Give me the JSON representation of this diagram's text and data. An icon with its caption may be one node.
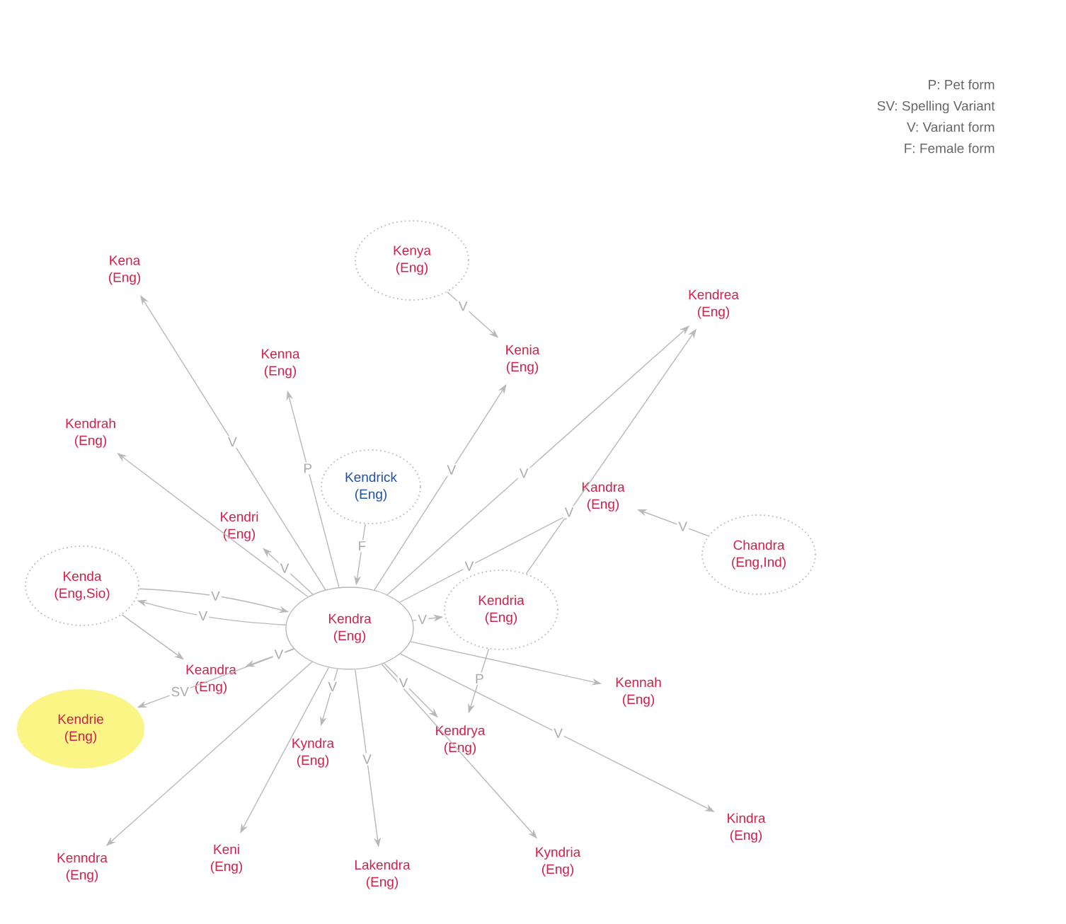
{
  "diagram": {
    "nodes": [
      {
        "text": [
          "Kena",
          "(Eng)"
        ]
      },
      {
        "text": [
          "Kenya",
          "(Eng)"
        ]
      },
      {
        "text": [
          "Kendrea",
          "(Eng)"
        ]
      },
      {
        "text": [
          "Kenna",
          "(Eng)"
        ]
      },
      {
        "text": [
          "Kenia",
          "(Eng)"
        ]
      },
      {
        "text": [
          "Kendrah",
          "(Eng)"
        ]
      },
      {
        "text": [
          "Kendrick",
          "(Eng)"
        ]
      },
      {
        "text": [
          "Kandra",
          "(Eng)"
        ]
      },
      {
        "text": [
          "Kendri",
          "(Eng)"
        ]
      },
      {
        "text": [
          "Chandra",
          "(Eng,Ind)"
        ]
      },
      {
        "text": [
          "Kenda",
          "(Eng,Sio)"
        ]
      },
      {
        "text": [
          "Kendra",
          "(Eng)"
        ]
      },
      {
        "text": [
          "Kendria",
          "(Eng)"
        ]
      },
      {
        "text": [
          "Keandra",
          "(Eng)"
        ]
      },
      {
        "text": [
          "Kennah",
          "(Eng)"
        ]
      },
      {
        "text": [
          "Kendrie",
          "(Eng)"
        ]
      },
      {
        "text": [
          "Kendrya",
          "(Eng)"
        ]
      },
      {
        "text": [
          "Kyndra",
          "(Eng)"
        ]
      },
      {
        "text": [
          "Kindra",
          "(Eng)"
        ]
      },
      {
        "text": [
          "Kenndra",
          "(Eng)"
        ]
      },
      {
        "text": [
          "Keni",
          "(Eng)"
        ]
      },
      {
        "text": [
          "Lakendra",
          "(Eng)"
        ]
      },
      {
        "text": [
          "Kyndria",
          "(Eng)"
        ]
      }
    ],
    "edges": [
      {
        "from": 11,
        "to": 0,
        "arrow": "to",
        "label": "V"
      },
      {
        "from": 1,
        "to": 4,
        "arrow": "to",
        "label": "V"
      },
      {
        "from": 11,
        "to": 2,
        "arrow": "to",
        "label": "V"
      },
      {
        "from": 11,
        "to": 3,
        "arrow": "to",
        "label": "P"
      },
      {
        "from": 11,
        "to": 4,
        "arrow": "to",
        "label": "V"
      },
      {
        "from": 11,
        "to": 5,
        "arrow": "to"
      },
      {
        "from": 6,
        "to": 11,
        "arrow": "to",
        "label": "F"
      },
      {
        "from": 11,
        "to": 7,
        "arrow": "to",
        "label": "V"
      },
      {
        "from": 12,
        "to": 2,
        "arrow": "to",
        "label": "V"
      },
      {
        "from": 11,
        "to": 8,
        "arrow": "to",
        "label": "V"
      },
      {
        "from": 9,
        "to": 7,
        "arrow": "to",
        "label": "V"
      },
      {
        "from": 10,
        "to": 11,
        "arrow": "to",
        "label": "V"
      },
      {
        "from": 11,
        "to": 10,
        "arrow": "to",
        "label": "V"
      },
      {
        "from": 10,
        "to": 13,
        "arrow": "to"
      },
      {
        "from": 11,
        "to": 12,
        "arrow": "to",
        "label": "V"
      },
      {
        "from": 11,
        "to": 13,
        "arrow": "to",
        "label": "V"
      },
      {
        "from": 11,
        "to": 15,
        "arrow": "to",
        "label": "SV"
      },
      {
        "from": 11,
        "to": 14,
        "arrow": "to"
      },
      {
        "from": 12,
        "to": 16,
        "arrow": "to",
        "label": "P"
      },
      {
        "from": 11,
        "to": 16,
        "arrow": "to",
        "label": "V"
      },
      {
        "from": 11,
        "to": 17,
        "arrow": "to",
        "label": "V"
      },
      {
        "from": 11,
        "to": 18,
        "arrow": "to",
        "label": "V"
      },
      {
        "from": 11,
        "to": 19,
        "arrow": "to"
      },
      {
        "from": 11,
        "to": 20,
        "arrow": "to"
      },
      {
        "from": 11,
        "to": 21,
        "arrow": "to",
        "label": "V"
      },
      {
        "from": 11,
        "to": 22,
        "arrow": "to"
      }
    ],
    "labels": [
      "P: Pet form",
      "SV: Spelling Variant",
      "V: Variant form",
      "F: Female form"
    ]
  }
}
